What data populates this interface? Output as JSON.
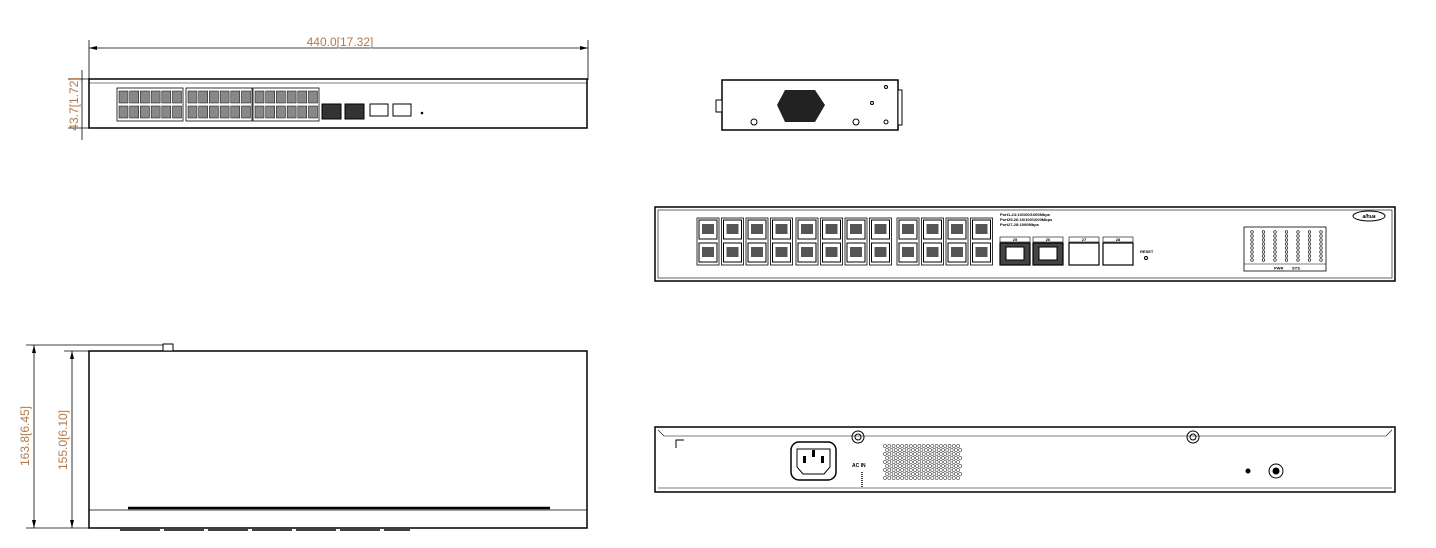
{
  "dimensions": {
    "width": "440.0[17.32]",
    "height": "43.7[1.72]",
    "depth_total": "163.8[6.45]",
    "depth_body": "155.0[6.10]"
  },
  "front_panel": {
    "port_info": [
      "Port1-24:10/100/1000Mbps",
      "Port25-26:10/100/1000Mbps",
      "Port27-28:1000Mbps"
    ],
    "reset_label": "RESET",
    "led_labels": [
      "PWR",
      "SYS"
    ],
    "uplink_labels": [
      "25",
      "26",
      "27",
      "28"
    ],
    "brand": "alhua"
  },
  "rear_panel": {
    "power_label": "AC IN"
  }
}
